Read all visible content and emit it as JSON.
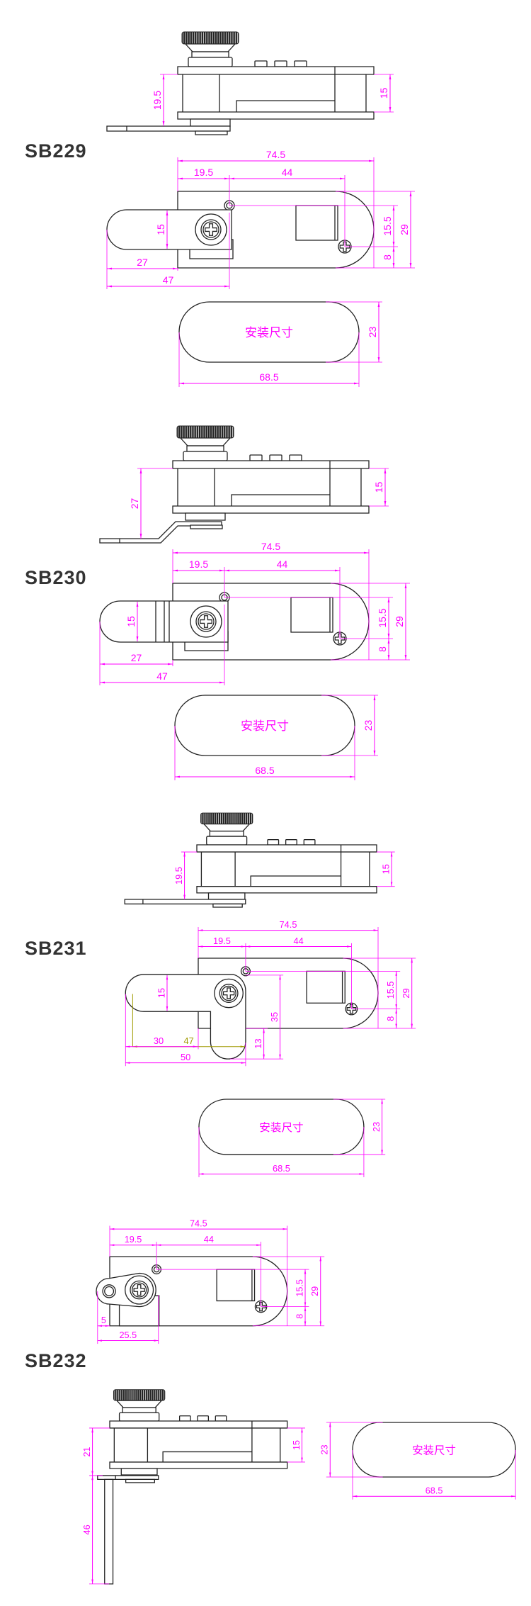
{
  "colors": {
    "dimension": "#ff00ff",
    "secondary_dimension": "#a09a00",
    "outline": "#222222",
    "label": "#333333"
  },
  "models": [
    {
      "name": "SB229",
      "side": {
        "height": "19.5",
        "body": "15"
      },
      "front": {
        "overall": "74.5",
        "offset": "19.5",
        "pitch": "44",
        "hole_to_screw": "15.5",
        "screw_to_edge": "8",
        "width": "29",
        "handle_width": "15",
        "handle_reach": "27",
        "total_reach": "47"
      },
      "cutout": {
        "label": "安装尺寸",
        "width": "23",
        "length": "68.5"
      }
    },
    {
      "name": "SB230",
      "side": {
        "height": "27",
        "body": "15"
      },
      "front": {
        "overall": "74.5",
        "offset": "19.5",
        "pitch": "44",
        "hole_to_screw": "15.5",
        "screw_to_edge": "8",
        "width": "29",
        "handle_width": "15",
        "handle_reach": "27",
        "total_reach": "47"
      },
      "cutout": {
        "label": "安装尺寸",
        "width": "23",
        "length": "68.5"
      }
    },
    {
      "name": "SB231",
      "side": {
        "height": "19.5",
        "body": "15"
      },
      "front": {
        "overall": "74.5",
        "offset": "19.5",
        "pitch": "44",
        "hole_to_screw": "15.5",
        "screw_to_edge": "8",
        "width": "29",
        "handle_width": "15",
        "handle_reach": "30",
        "handle_reach_alt": "47",
        "total_reach": "50",
        "arm_below": "13",
        "arm_length": "35"
      },
      "cutout": {
        "label": "安装尺寸",
        "width": "23",
        "length": "68.5"
      }
    },
    {
      "name": "SB232",
      "side": {
        "height": "21",
        "rod": "46",
        "body": "15"
      },
      "front": {
        "overall": "74.5",
        "offset": "19.5",
        "pitch": "44",
        "hole_to_screw": "15.5",
        "screw_to_edge": "8",
        "width": "29",
        "handle_offset": "5",
        "total_reach": "25.5"
      },
      "cutout": {
        "label": "安装尺寸",
        "width": "23",
        "length": "68.5"
      }
    }
  ]
}
